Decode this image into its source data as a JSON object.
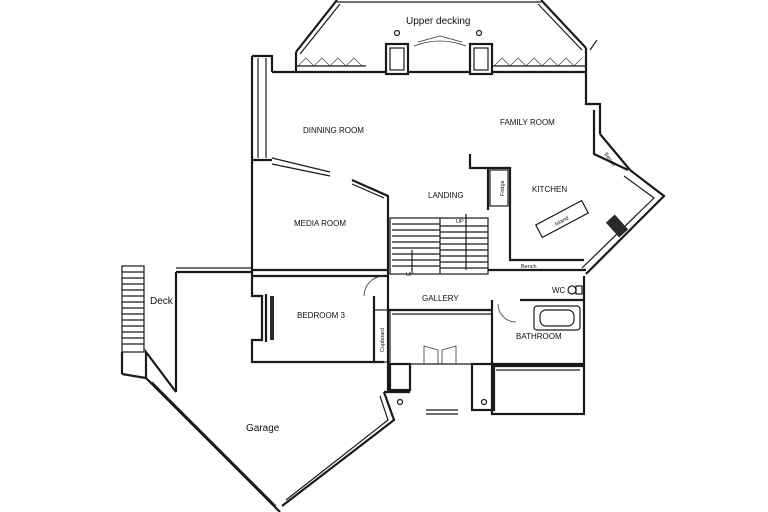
{
  "labels": {
    "upper_decking": "Upper decking",
    "dinning_room": "DINNING ROOM",
    "family_room": "FAMILY ROOM",
    "kitchen": "KITCHEN",
    "landing": "LANDING",
    "media_room": "MEDIA ROOM",
    "deck": "Deck",
    "gallery": "GALLERY",
    "bedroom3": "BEDROOM 3",
    "bathroom": "BATHROOM",
    "wc": "WC",
    "garage": "Garage",
    "cupboard": "Cupboard",
    "fridge": "Fridge",
    "island": "Island",
    "bench_kitchen": "Bench",
    "bench_side": "Bench",
    "up_1": "UP",
    "up_2": "UP"
  }
}
